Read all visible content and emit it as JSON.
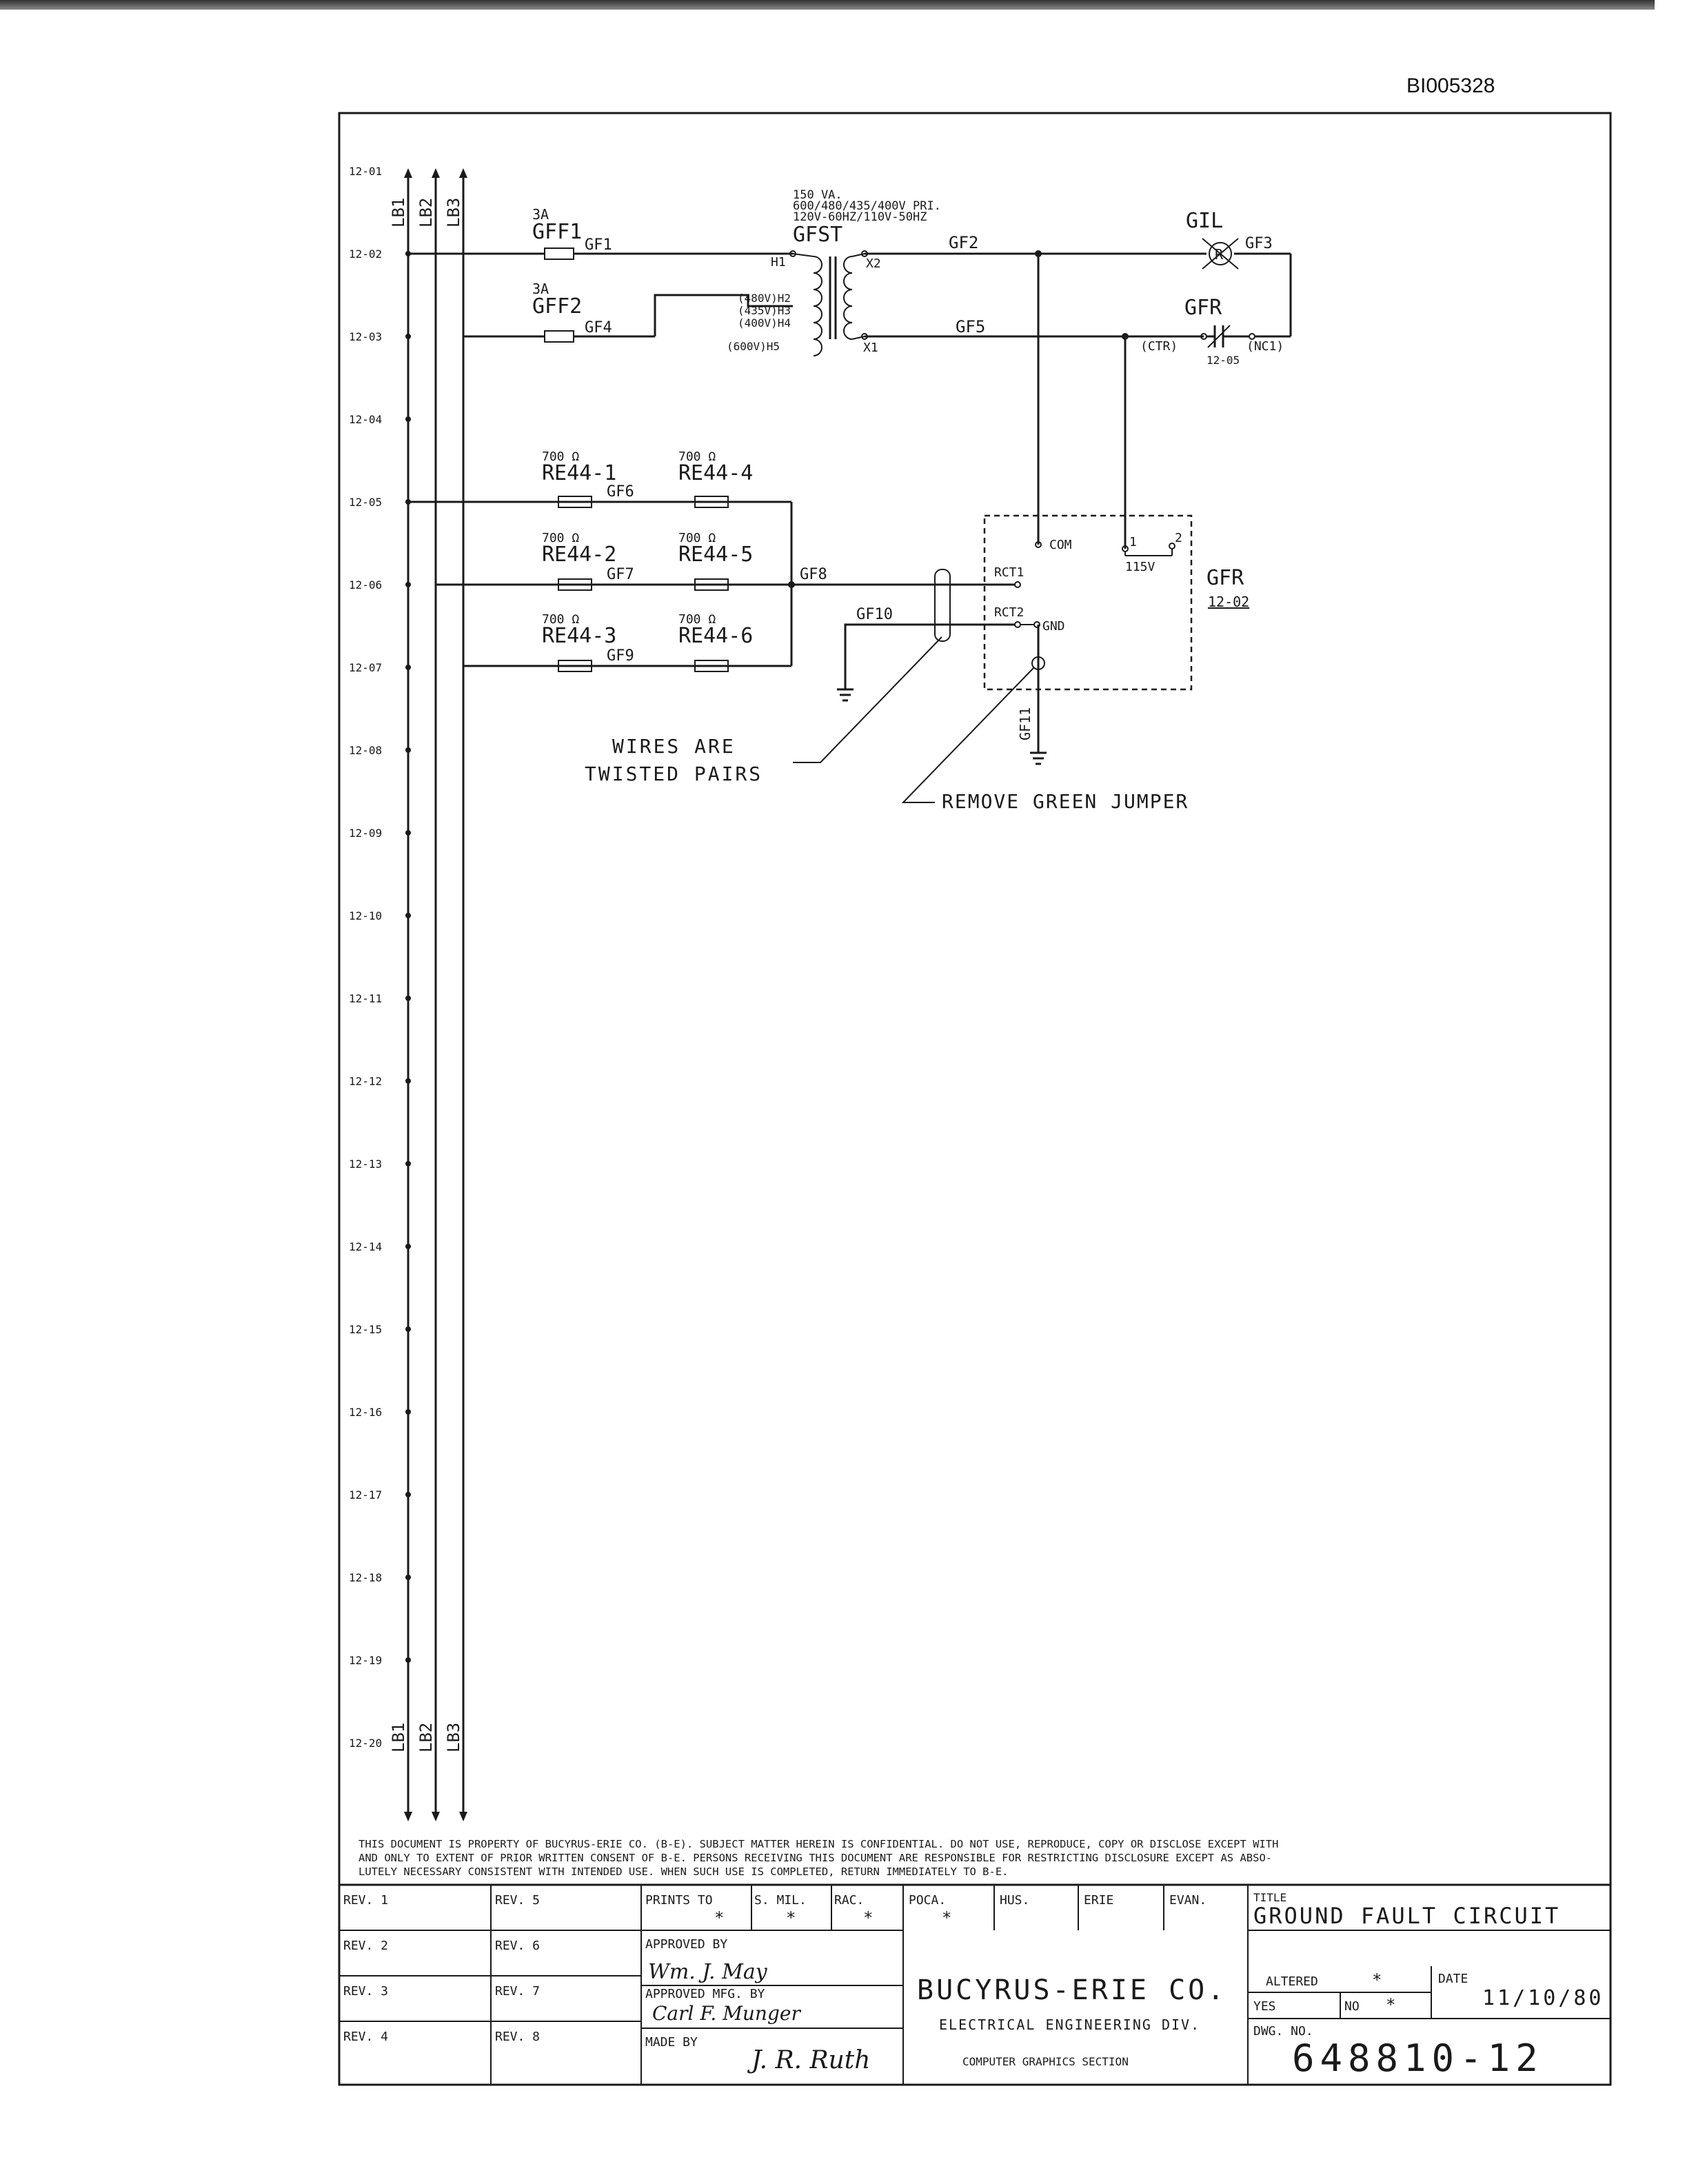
{
  "document_id": "BI005328",
  "line_refs": [
    "12-01",
    "12-02",
    "12-03",
    "12-04",
    "12-05",
    "12-06",
    "12-07",
    "12-08",
    "12-09",
    "12-10",
    "12-11",
    "12-12",
    "12-13",
    "12-14",
    "12-15",
    "12-16",
    "12-17",
    "12-18",
    "12-19",
    "12-20"
  ],
  "buses": [
    "LB1",
    "LB2",
    "LB3"
  ],
  "transformer": {
    "rating_1": "150 VA.",
    "rating_2": "600/480/435/400V PRI.",
    "rating_3": "120V-60HZ/110V-50HZ",
    "name": "GFST",
    "h1": "H1",
    "h2": "(480V)H2",
    "h3": "(435V)H3",
    "h4": "(400V)H4",
    "h5": "(600V)H5",
    "x1": "X1",
    "x2": "X2"
  },
  "fuses": [
    {
      "rating": "3A",
      "name": "GFF1",
      "wire": "GF1"
    },
    {
      "rating": "3A",
      "name": "GFF2",
      "wire": "GF4"
    }
  ],
  "wires": {
    "gf2": "GF2",
    "gf3": "GF3",
    "gf5": "GF5",
    "gf6": "GF6",
    "gf7": "GF7",
    "gf8": "GF8",
    "gf9": "GF9",
    "gf10": "GF10",
    "gf11": "GF11"
  },
  "lamp": {
    "name": "GIL",
    "symbol": "R"
  },
  "relay_contact": {
    "name": "GFR",
    "left": "(CTR)",
    "right": "(NC1)",
    "ref": "12-05"
  },
  "resistors": [
    {
      "value": "700 Ω",
      "name": "RE44-1"
    },
    {
      "value": "700 Ω",
      "name": "RE44-4"
    },
    {
      "value": "700 Ω",
      "name": "RE44-2"
    },
    {
      "value": "700 Ω",
      "name": "RE44-5"
    },
    {
      "value": "700 Ω",
      "name": "RE44-3"
    },
    {
      "value": "700 Ω",
      "name": "RE44-6"
    }
  ],
  "relay_box": {
    "com": "COM",
    "rct1": "RCT1",
    "rct2": "RCT2",
    "gnd": "GND",
    "t1": "1",
    "t2": "2",
    "v": "115V",
    "name": "GFR",
    "ref": "12-02"
  },
  "notes": {
    "twisted_1": "WIRES ARE",
    "twisted_2": "TWISTED PAIRS",
    "jumper": "REMOVE GREEN JUMPER"
  },
  "disclaimer": [
    "THIS DOCUMENT IS PROPERTY OF BUCYRUS-ERIE CO. (B-E). SUBJECT MATTER HEREIN IS CONFIDENTIAL. DO NOT USE, REPRODUCE, COPY OR DISCLOSE EXCEPT WITH",
    "AND ONLY TO EXTENT OF PRIOR WRITTEN CONSENT OF B-E. PERSONS RECEIVING THIS DOCUMENT ARE RESPONSIBLE FOR RESTRICTING DISCLOSURE EXCEPT AS ABSO-",
    "LUTELY NECESSARY CONSISTENT WITH INTENDED USE. WHEN SUCH USE IS COMPLETED, RETURN IMMEDIATELY TO B-E."
  ],
  "title_block": {
    "rev": [
      "REV. 1",
      "REV. 2",
      "REV. 3",
      "REV. 4",
      "REV. 5",
      "REV. 6",
      "REV. 7",
      "REV. 8"
    ],
    "prints_to": "PRINTS TO",
    "star": "*",
    "locations": [
      "S. MIL.",
      "RAC.",
      "POCA.",
      "HUS.",
      "ERIE",
      "EVAN."
    ],
    "approved_by": "APPROVED BY",
    "approved_sig": "Wm. J. May",
    "approved_mfg": "APPROVED MFG. BY",
    "mfg_sig": "Carl F. Munger",
    "made_by": "MADE BY",
    "made_sig": "J. R. Ruth",
    "company": "BUCYRUS-ERIE CO.",
    "division": "ELECTRICAL ENGINEERING DIV.",
    "section": "COMPUTER GRAPHICS SECTION",
    "title_label": "TITLE",
    "title": "GROUND FAULT CIRCUIT",
    "altered": "ALTERED",
    "yes": "YES",
    "no": "NO",
    "date_label": "DATE",
    "date": "11/10/80",
    "dwg_label": "DWG. NO.",
    "dwg": "648810-12"
  }
}
